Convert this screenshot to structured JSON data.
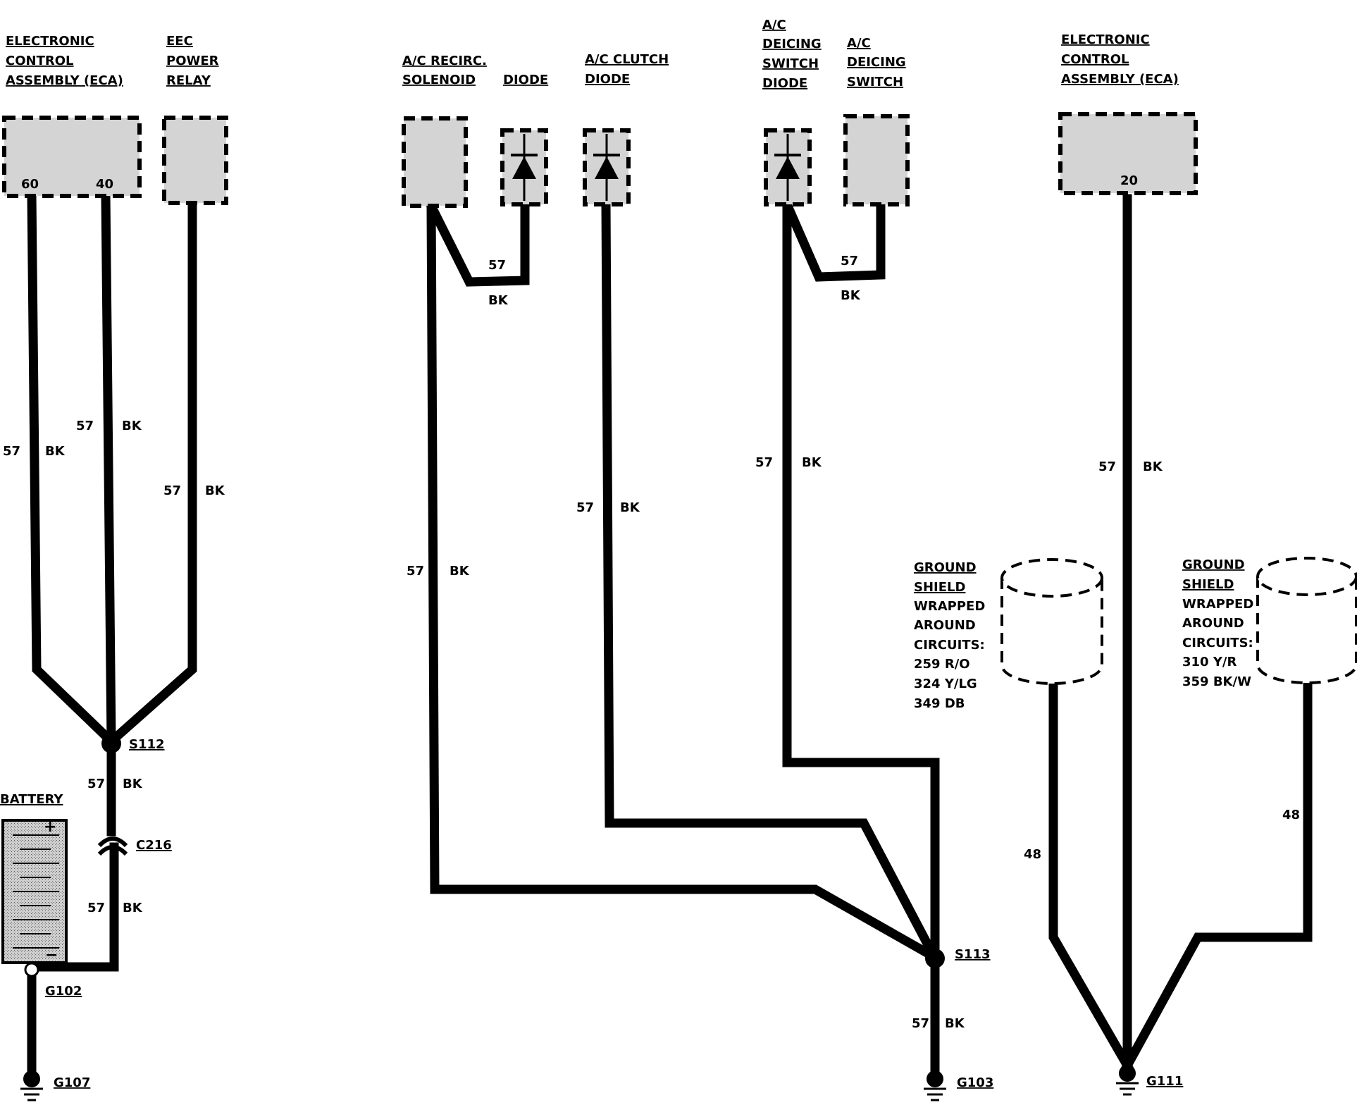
{
  "components": {
    "eca_left": {
      "lines": [
        "ELECTRONIC",
        "CONTROL",
        "ASSEMBLY (ECA)"
      ],
      "pins": [
        "60",
        "40"
      ]
    },
    "eec_relay": {
      "lines": [
        "EEC",
        "POWER",
        "RELAY"
      ]
    },
    "recirc_sol": {
      "lines": [
        "A/C RECIRC.",
        "SOLENOID"
      ]
    },
    "diode": {
      "lines": [
        "DIODE"
      ]
    },
    "clutch_diode": {
      "lines": [
        "A/C CLUTCH",
        "DIODE"
      ]
    },
    "deicing_diode": {
      "lines": [
        "A/C",
        "DEICING",
        "SWITCH",
        "DIODE"
      ]
    },
    "deicing_switch": {
      "lines": [
        "A/C",
        "DEICING",
        "SWITCH"
      ]
    },
    "eca_right": {
      "lines": [
        "ELECTRONIC",
        "CONTROL",
        "ASSEMBLY (ECA)"
      ],
      "pins": [
        "20"
      ]
    },
    "battery": {
      "label": "BATTERY",
      "plus": "+",
      "minus": "−"
    }
  },
  "wire": {
    "circuit": "57",
    "color": "BK",
    "shield_circuit": "48"
  },
  "splices": {
    "s112": "S112",
    "s113": "S113"
  },
  "connector": {
    "c216": "C216"
  },
  "grounds": {
    "g102": "G102",
    "g107": "G107",
    "g103": "G103",
    "g111": "G111"
  },
  "shield1": {
    "lines": [
      "GROUND",
      "SHIELD",
      "WRAPPED",
      "AROUND",
      "CIRCUITS:",
      "259 R/O",
      "324 Y/LG",
      "349 DB"
    ]
  },
  "shield2": {
    "lines": [
      "GROUND",
      "SHIELD",
      "WRAPPED",
      "AROUND",
      "CIRCUITS:",
      "310 Y/R",
      "359 BK/W"
    ]
  }
}
